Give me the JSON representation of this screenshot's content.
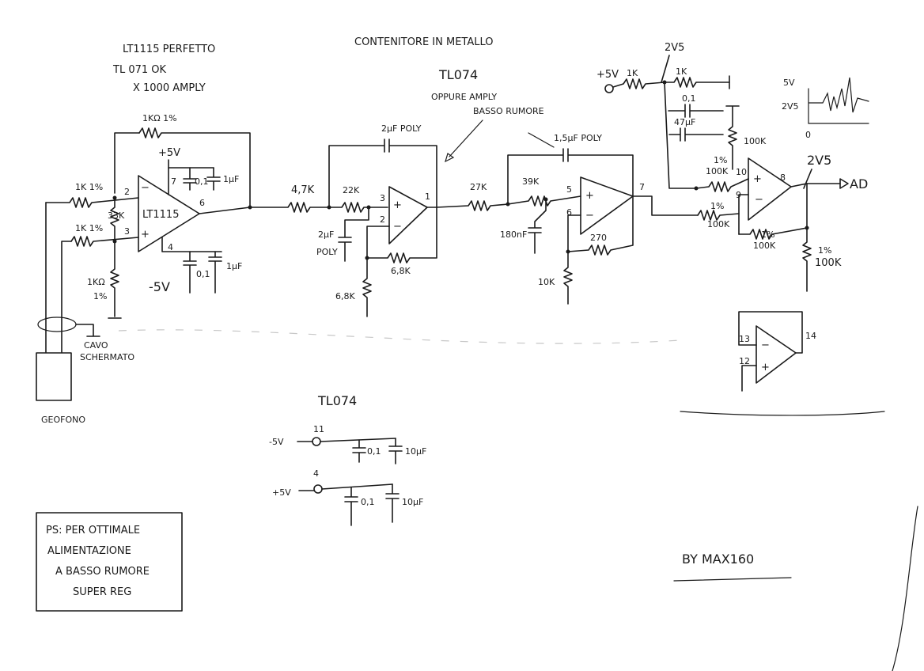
{
  "title": "CONTENITORE IN METALLO",
  "amp1": {
    "note_lines": [
      "LT1115 PERFETTO",
      "TL 071 OK",
      "X 1000 AMPLY"
    ],
    "ic_label": "LT1115",
    "supply_pos": "+5V",
    "supply_neg": "-5V",
    "pin_inv": "2",
    "pin_noninv": "3",
    "pin_out": "6",
    "pin_top": "7",
    "pin_bot": "4",
    "r_fb": "1KΩ 1%",
    "r_in1": "1K 1%",
    "r_in2": "1K 1%",
    "r_mid": "33K",
    "r_gnd": "1KΩ",
    "r_gnd_tol": "1%",
    "c_top_small": "0,1",
    "c_top_big": "1μF",
    "c_bot_small": "0,1",
    "c_bot_big": "1μF"
  },
  "sensor": {
    "cable_label_1": "CAVO",
    "cable_label_2": "SCHERMATO",
    "label": "GEOFONO"
  },
  "stage2": {
    "chip_label": "TL074",
    "note_1": "OPPURE AMPLY",
    "note_2": "BASSO RUMORE",
    "r_in": "4,7K",
    "r_series": "22K",
    "c_fb": "2μF POLY",
    "c_gnd": "2μF",
    "c_gnd_type": "POLY",
    "r_gnd": "6,8K",
    "r_fb": "6,8K",
    "pin_noninv": "3",
    "pin_inv": "2",
    "pin_out": "1"
  },
  "stage3": {
    "r_in": "27K",
    "r_series": "39K",
    "c_fb": "1,5μF POLY",
    "c_gnd": "180nF",
    "r_fb": "270",
    "r_gnd": "10K",
    "pin_noninv": "5",
    "pin_inv": "6",
    "pin_out": "7"
  },
  "stage4": {
    "supply": "+5V",
    "r_supply1": "1K",
    "r_supply2": "1K",
    "ref_label": "2V5",
    "c_ref1": "0,1",
    "c_ref2": "47μF",
    "r_top": "100K",
    "r_in_top_tol": "1%",
    "r_in_top": "100K",
    "r_in_bot_tol": "1%",
    "r_in_bot": "100K",
    "r_fb_tol": "1%",
    "r_fb": "100K",
    "r_out_tol": "1%",
    "r_out": "100K",
    "pin_noninv": "10",
    "pin_inv": "9",
    "pin_out": "8",
    "out_ref_label": "2V5",
    "out_label": "AD"
  },
  "scope": {
    "label_top": "5V",
    "label_mid": "2V5",
    "label_bot": "0"
  },
  "spare": {
    "pin_inv": "13",
    "pin_noninv": "12",
    "pin_out": "14"
  },
  "power": {
    "chip_label": "TL074",
    "neg_supply": "-5V",
    "neg_pin": "11",
    "neg_c_small": "0,1",
    "neg_c_big": "10μF",
    "pos_supply": "+5V",
    "pos_pin": "4",
    "pos_c_small": "0,1",
    "pos_c_big": "10μF"
  },
  "note_box": [
    "PS: PER OTTIMALE",
    "ALIMENTAZIONE",
    "A BASSO RUMORE",
    "SUPER REG"
  ],
  "signature": "BY MAX160"
}
